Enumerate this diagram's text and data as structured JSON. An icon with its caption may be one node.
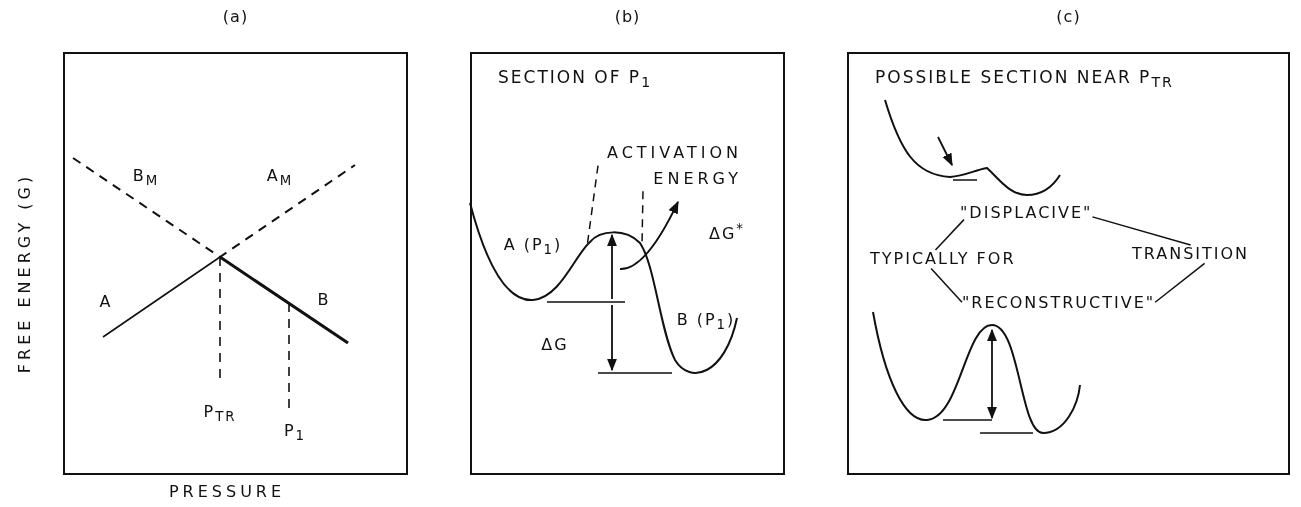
{
  "diagram": {
    "nodes": [
      {
        "text": [
          "(a)"
        ]
      },
      {
        "text": [
          "(b)",
          "SECTION OF P$_{1}$"
        ]
      },
      {
        "text": [
          "(c)",
          "POSSIBLE SECTION NEAR P$_{TR}$"
        ]
      },
      {
        "text": [
          "\"DISPLACIVE\""
        ],
        "in": 2
      },
      {
        "text": [
          "TYPICALLY FOR"
        ],
        "in": 2
      },
      {
        "text": [
          "TRANSITION"
        ],
        "in": 2
      },
      {
        "text": [
          "\"RECONSTRUCTIVE\""
        ],
        "in": 2
      },
      {
        "text": [
          "ACTIVATION ENERGY"
        ],
        "in": 1
      }
    ],
    "edges": [
      {
        "from": 3,
        "to": 4,
        "arrow": "none"
      },
      {
        "from": 3,
        "to": 5,
        "arrow": "none"
      },
      {
        "from": 4,
        "to": 6,
        "arrow": "none"
      },
      {
        "from": 6,
        "to": 5,
        "arrow": "none"
      },
      {
        "from": 7,
        "to": null,
        "arrow": "none",
        "style": "dashed"
      },
      {
        "from": 7,
        "to": null,
        "arrow": "none",
        "style": "dashed"
      }
    ],
    "labels": [
      "FREE ENERGY (G)",
      "B$_{M}$",
      "A$_{M}$",
      "A (P$_{1}$)",
      "ΔG$^{*}$",
      "A",
      "B",
      "B (P$_{1}$)",
      "ΔG",
      "P$_{TR}$",
      "P$_{1}$",
      "PRESSURE"
    ]
  }
}
